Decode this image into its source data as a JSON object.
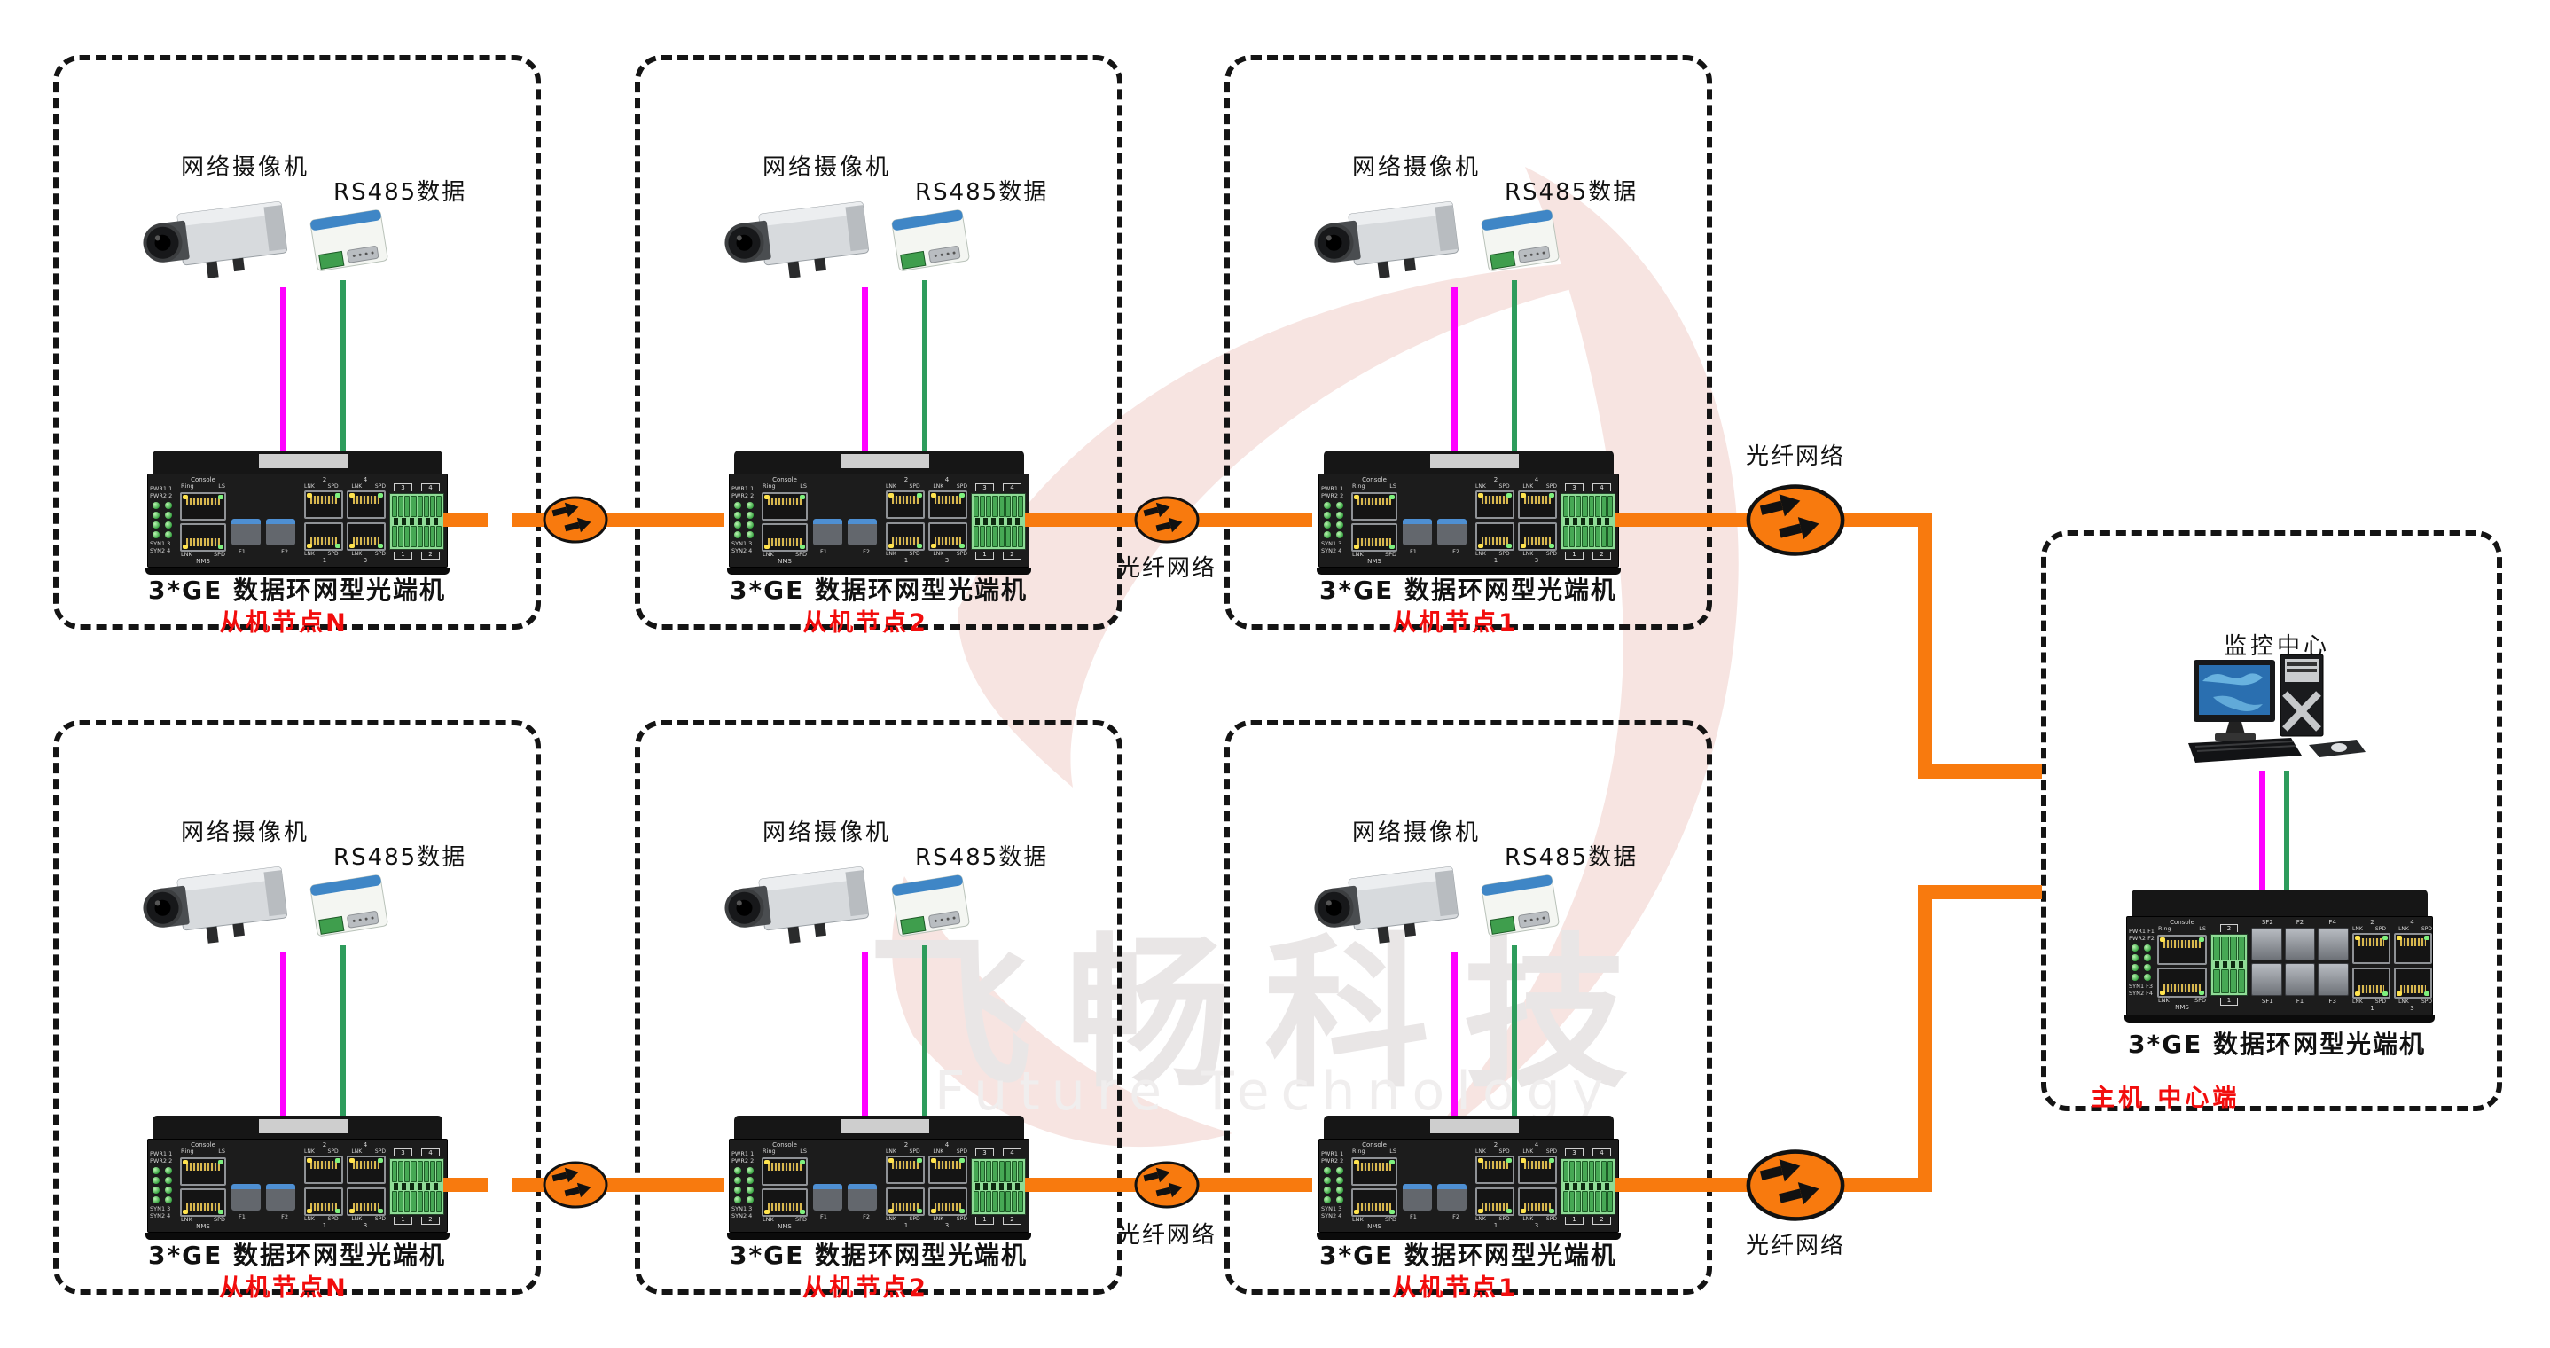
{
  "colors": {
    "fiber_orange": "#f87a0e",
    "node_red": "#f20d0d",
    "camera_line_magenta": "#ff00ff",
    "rs485_line_green": "#2e9c5c",
    "watermark_pink": "#f7e4e1",
    "watermark_gray": "#e9e6e6"
  },
  "watermark": {
    "cn": "飞畅科技",
    "en": "Future Technology"
  },
  "fiber_label": "光纤网络",
  "slave_common": {
    "camera_label": "网络摄像机",
    "rs485_label": "RS485数据",
    "device_caption": "3*GE 数据环网型光端机"
  },
  "slave_nodes": [
    {
      "node_label": "从机节点N"
    },
    {
      "node_label": "从机节点2"
    },
    {
      "node_label": "从机节点1"
    },
    {
      "node_label": "从机节点N"
    },
    {
      "node_label": "从机节点2"
    },
    {
      "node_label": "从机节点1"
    }
  ],
  "master": {
    "monitor_label": "监控中心",
    "device_caption": "3*GE 数据环网型光端机",
    "node_label": "主机 中心端"
  },
  "slave_device": {
    "console": "Console",
    "ring": "Ring",
    "ls": "LS",
    "nms": "NMS",
    "lnk": "LNK",
    "spd": "SPD",
    "left_top": [
      "PWR1 1",
      "PWR2 2"
    ],
    "left_bottom": [
      "SYN1 3",
      "SYN2 4"
    ],
    "sfp": [
      "F1",
      "F2"
    ],
    "rj_top": [
      "2",
      "4"
    ],
    "rj_bottom": [
      "1",
      "3"
    ],
    "tb_top": [
      "3",
      "4"
    ],
    "tb_bottom": [
      "1",
      "2"
    ]
  },
  "master_device": {
    "console": "Console",
    "ring": "Ring",
    "ls": "LS",
    "nms": "NMS",
    "lnk": "LNK",
    "spd": "SPD",
    "left_top": [
      "PWR1 F1",
      "PWR2 F2"
    ],
    "left_bottom": [
      "SYN1 F3",
      "SYN2 F4"
    ],
    "tb_top": "2",
    "tb_bottom": "1",
    "sfp_top": [
      "SF2",
      "F2",
      "F4"
    ],
    "sfp_bottom": [
      "SF1",
      "F1",
      "F3"
    ],
    "rj_top": [
      "2",
      "4"
    ],
    "rj_bottom": [
      "1",
      "3"
    ]
  }
}
